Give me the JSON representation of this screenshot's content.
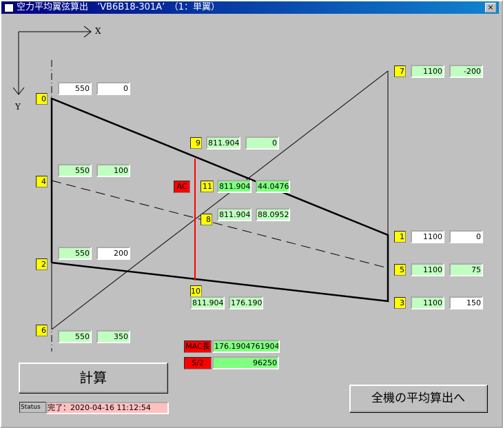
{
  "window": {
    "title": "空力平均翼弦算出　’VB6B18-301A’　（1：単翼）",
    "close": "×"
  },
  "axes": {
    "x": "X",
    "y": "Y"
  },
  "points": {
    "p0": {
      "label": "0",
      "x": "550",
      "y": "0"
    },
    "p4": {
      "label": "4",
      "x": "550",
      "y": "100"
    },
    "p2": {
      "label": "2",
      "x": "550",
      "y": "200"
    },
    "p6": {
      "label": "6",
      "x": "550",
      "y": "350"
    },
    "p7": {
      "label": "7",
      "x": "1100",
      "y": "-200"
    },
    "p1": {
      "label": "1",
      "x": "1100",
      "y": "0"
    },
    "p5": {
      "label": "5",
      "x": "1100",
      "y": "75"
    },
    "p3": {
      "label": "3",
      "x": "1100",
      "y": "150"
    },
    "p9": {
      "label": "9",
      "x": "811.9047",
      "y": "0"
    },
    "p11": {
      "label": "11",
      "x": "811.9047",
      "y": "44.04761"
    },
    "p8": {
      "label": "8",
      "x": "811.9047",
      "y": "88.09523"
    },
    "p10": {
      "label": "10",
      "x": "811.9047",
      "y": "176.1904"
    }
  },
  "ac_label": "AC",
  "mac": {
    "label": "MAC長",
    "value": "176.190476190476"
  },
  "s2": {
    "label": "S/2",
    "value": "96250"
  },
  "calc_button": "計算",
  "status": {
    "label": "Status",
    "value": "完了：2020-04-16 11:12:54"
  },
  "all_button": "全機の平均算出へ"
}
